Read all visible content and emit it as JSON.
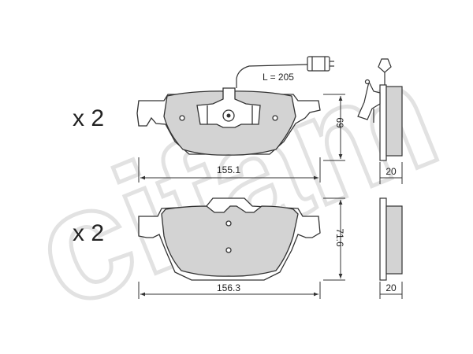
{
  "colors": {
    "pad_fill": "#d3d3d3",
    "line": "#333333",
    "watermark": "#e6e6e6",
    "background": "#ffffff"
  },
  "watermark_text": "cifam",
  "top_pad": {
    "quantity_label": "x 2",
    "width_label": "155.1",
    "height_label": "69",
    "thickness_label": "20",
    "wire_length_label": "L = 205"
  },
  "bottom_pad": {
    "quantity_label": "x 2",
    "width_label": "156.3",
    "height_label": "71.6",
    "thickness_label": "20"
  }
}
